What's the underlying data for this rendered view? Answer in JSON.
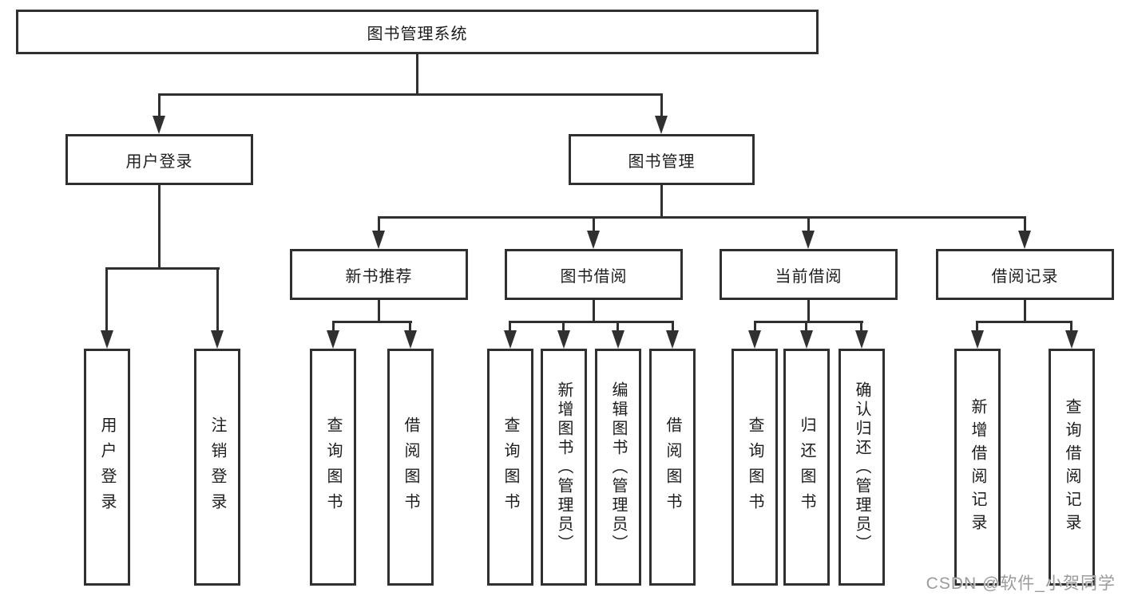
{
  "tree": {
    "root": {
      "label": "图书管理系统",
      "children": [
        {
          "label": "用户登录",
          "children": [
            {
              "label": "用户登录"
            },
            {
              "label": "注销登录"
            }
          ]
        },
        {
          "label": "图书管理",
          "children": [
            {
              "label": "新书推荐",
              "children": [
                {
                  "label": "查询图书"
                },
                {
                  "label": "借阅图书"
                }
              ]
            },
            {
              "label": "图书借阅",
              "children": [
                {
                  "label": "查询图书"
                },
                {
                  "label": "新增图书（管理员）"
                },
                {
                  "label": "编辑图书（管理员）"
                },
                {
                  "label": "借阅图书"
                }
              ]
            },
            {
              "label": "当前借阅",
              "children": [
                {
                  "label": "查询图书"
                },
                {
                  "label": "归还图书"
                },
                {
                  "label": "确认归还（管理员）"
                }
              ]
            },
            {
              "label": "借阅记录",
              "children": [
                {
                  "label": "新增借阅记录"
                },
                {
                  "label": "查询借阅记录"
                }
              ]
            }
          ]
        }
      ]
    }
  },
  "watermark": {
    "text": "CSDN @软件_小贺同学"
  },
  "colors": {
    "line": "#303030",
    "text": "#1d1d1d",
    "watermark": "#9b9b9b",
    "background": "#ffffff"
  }
}
